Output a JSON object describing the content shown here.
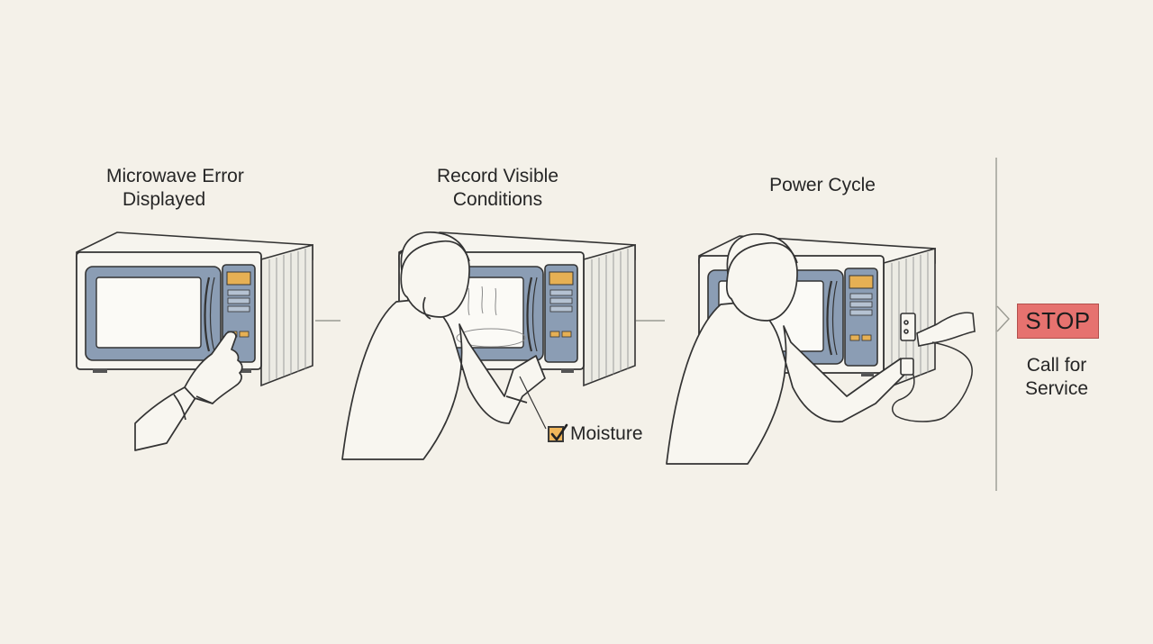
{
  "steps": [
    {
      "line1": "Microwave Error",
      "line2": "Displayed"
    },
    {
      "line1": "Record Visible",
      "line2": "Conditions"
    },
    {
      "line1": "Power Cycle"
    }
  ],
  "checklist": {
    "moisture": "Moisture"
  },
  "outcome": {
    "badge": "STOP",
    "line1": "Call for",
    "line2": "Service"
  },
  "colors": {
    "background": "#f4f1e9",
    "panel": "#8b9db4",
    "display": "#e6b054",
    "stop": "#e6726f",
    "check": "#f0b65a"
  },
  "icons": [
    "microwave-icon",
    "hand-icon",
    "person-icon",
    "power-plug-icon",
    "checkbox-icon",
    "arrow-chevron-icon"
  ]
}
